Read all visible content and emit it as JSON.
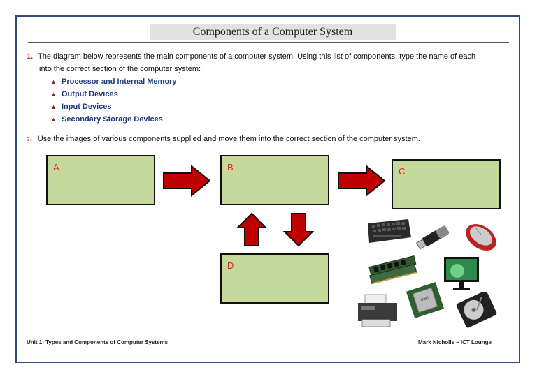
{
  "title": "Components of a Computer System",
  "question1": {
    "number": "1.",
    "text_line1": "The diagram below represents the main components of a computer system. Using this list of components, type the name of each",
    "text_line2": "into the correct section of the computer system:",
    "items": [
      "Processor and Internal Memory",
      "Output Devices",
      "Input Devices",
      "Secondary Storage Devices"
    ]
  },
  "question2": {
    "number": "2.",
    "text": "Use the images of various components supplied and move them into the correct section of the computer system."
  },
  "boxes": {
    "a": "A",
    "b": "B",
    "c": "C",
    "d": "D"
  },
  "icons": [
    "keyboard-icon",
    "usb-drive-icon",
    "mouse-icon",
    "ram-icon",
    "monitor-icon",
    "printer-icon",
    "processor-icon",
    "hard-disk-icon"
  ],
  "footer": {
    "left": "Unit 1: Types and Components of Computer Systems",
    "right": "Mark Nicholls – ICT Lounge"
  },
  "colors": {
    "box_fill": "#c5d99c",
    "arrow_fill": "#c00000",
    "label_red": "#e02020",
    "list_blue": "#1f3a7a",
    "border": "#2d4a7a"
  }
}
